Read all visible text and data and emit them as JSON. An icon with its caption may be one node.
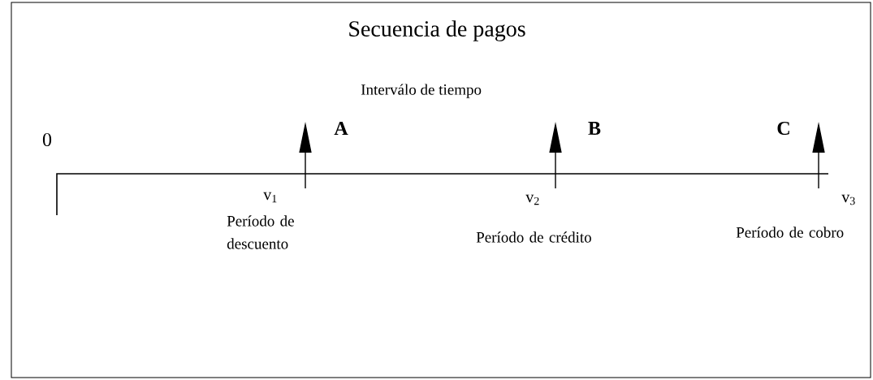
{
  "diagram": {
    "title": "Secuencia de pagos",
    "labels": [
      "Interválo de tiempo",
      "0",
      "A",
      "B",
      "C",
      "v$_{1}$",
      "v$_{2}$",
      "v$_{3}$",
      "Período de descuento",
      "Período de crédito",
      "Período de cobro"
    ]
  }
}
